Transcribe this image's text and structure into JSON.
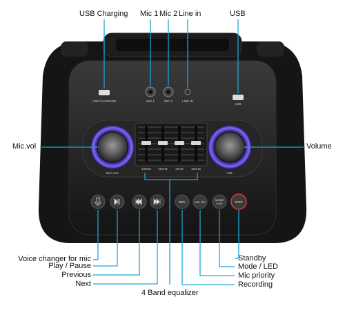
{
  "callouts_top": {
    "usb_charging": "USB Charging",
    "mic1": "Mic 1",
    "mic2": "Mic 2",
    "line_in": "Line in",
    "usb": "USB"
  },
  "callouts_side": {
    "mic_vol": "Mic.vol",
    "volume": "Volume"
  },
  "callouts_bottom_left": {
    "voice_changer": "Voice changer for mic",
    "play_pause": "Play / Pause",
    "previous": "Previous",
    "next": "Next"
  },
  "callouts_bottom_center": {
    "equalizer": "4 Band equalizer"
  },
  "callouts_bottom_right": {
    "standby": "Standby",
    "mode_led": "Mode / LED",
    "mic_priority": "Mic priority",
    "recording": "Recording"
  },
  "panel_labels": {
    "usb_charging": "USB CHARGING",
    "mic1": "MIC 1",
    "mic2": "MIC 2",
    "line_in": "LINE IN",
    "usb": "USB",
    "mic_vol": "MIC.VOL",
    "vol": "VOL",
    "eq_bands": [
      "100HZ",
      "200HZ",
      "3KHZ",
      "10KHZ"
    ],
    "btn_rec": "REC",
    "btn_mic_pri": "MIC PRI",
    "btn_mode_1": "MODE",
    "btn_mode_2": "/LED",
    "btn_stby": "STBY"
  },
  "colors": {
    "callout_line": "#1fa3d6",
    "knob_ring": "#6c5cff",
    "body": "#1c1c1c",
    "panel": "#2a2a2a"
  }
}
